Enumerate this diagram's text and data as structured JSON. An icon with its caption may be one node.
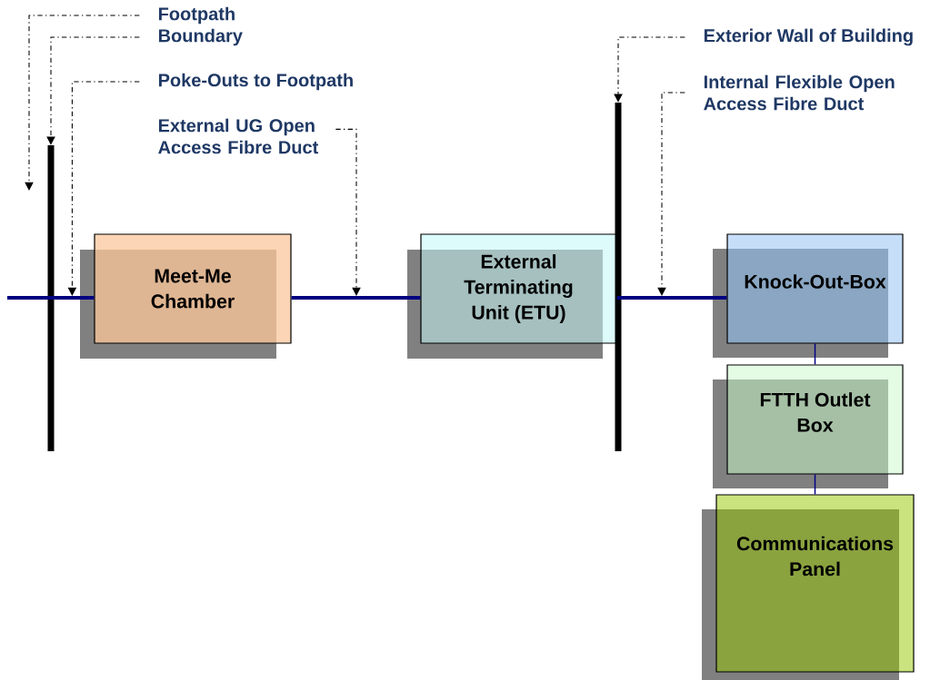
{
  "diagram": {
    "nodes": [
      {
        "text": [
          "Footpath"
        ]
      },
      {
        "text": [
          "Boundary"
        ]
      },
      {
        "text": [
          "Poke-Outs to Footpath"
        ]
      },
      {
        "text": [
          "External UG Open Access Fibre Duct"
        ]
      },
      {
        "text": [
          "Exterior Wall of Building"
        ]
      },
      {
        "text": [
          "Internal Flexible Open Access Fibre Duct"
        ]
      },
      {
        "text": [],
        "shape": "bar"
      },
      {
        "text": [
          "Meet-Me Chamber"
        ]
      },
      {
        "text": [
          "External Terminating Unit (ETU)"
        ]
      },
      {
        "text": [],
        "shape": "bar"
      },
      {
        "text": [
          "Knock-Out-Box"
        ]
      },
      {
        "text": [
          "FTTH Outlet Box"
        ]
      },
      {
        "text": [
          "Communications Panel"
        ]
      }
    ],
    "edges": [
      {
        "from": 0,
        "to": null,
        "arrow": "to",
        "style": "dashed"
      },
      {
        "from": 1,
        "to": 6,
        "arrow": "to",
        "style": "dashed"
      },
      {
        "from": 2,
        "to": 7,
        "arrow": "to",
        "style": "dashed"
      },
      {
        "from": 3,
        "to": null,
        "arrow": "to",
        "style": "dashed"
      },
      {
        "from": 4,
        "to": 9,
        "arrow": "to",
        "style": "dashed"
      },
      {
        "from": 5,
        "to": null,
        "arrow": "to",
        "style": "dashed"
      },
      {
        "from": null,
        "to": 7,
        "arrow": "none",
        "style": "thick",
        "color": "#000080"
      },
      {
        "from": 7,
        "to": 8,
        "arrow": "none",
        "style": "thick",
        "color": "#000080"
      },
      {
        "from": 8,
        "to": 10,
        "arrow": "none",
        "style": "thick",
        "color": "#000080"
      },
      {
        "from": 10,
        "to": 11,
        "arrow": "none",
        "color": "#000080"
      },
      {
        "from": 11,
        "to": 12,
        "arrow": "none",
        "color": "#000080"
      }
    ]
  }
}
